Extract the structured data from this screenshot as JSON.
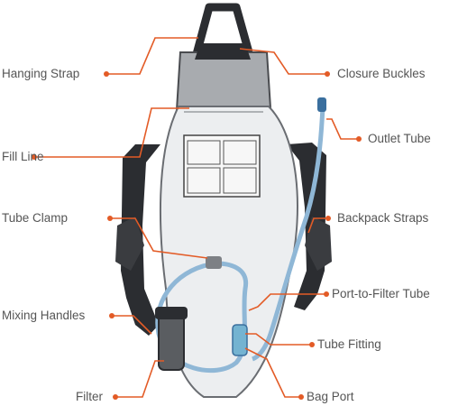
{
  "diagram": {
    "accent_color": "#e35b26",
    "labels": {
      "hanging_strap": "Hanging Strap",
      "fill_line": "Fill Line",
      "tube_clamp": "Tube Clamp",
      "mixing_handles": "Mixing Handles",
      "filter": "Filter",
      "closure_buckles": "Closure Buckles",
      "outlet_tube": "Outlet Tube",
      "backpack_straps": "Backpack Straps",
      "port_to_filter_tube": "Port-to-Filter Tube",
      "tube_fitting": "Tube Fitting",
      "bag_port": "Bag Port"
    }
  }
}
